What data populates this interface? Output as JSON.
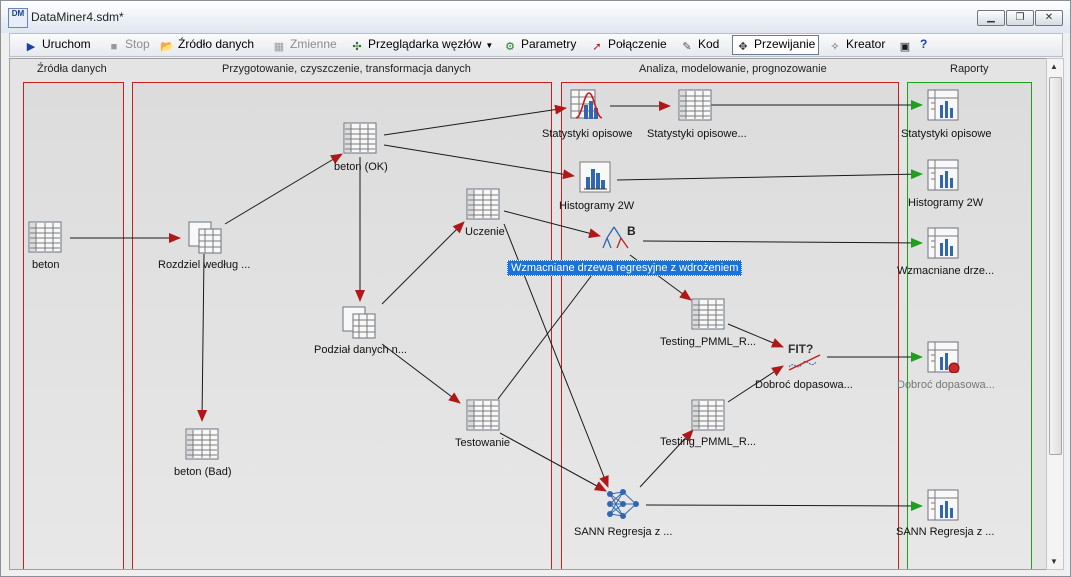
{
  "window": {
    "title": "DataMiner4.sdm*",
    "app_icon": "DM"
  },
  "toolbar": {
    "run": "Uruchom",
    "stop": "Stop",
    "data_source": "Źródło danych",
    "variables": "Zmienne",
    "node_browser": "Przeglądarka węzłów",
    "parameters": "Parametry",
    "connection": "Połączenie",
    "code": "Kod",
    "panning": "Przewijanie",
    "wizard": "Kreator",
    "help": "?"
  },
  "columns": [
    "Źródła danych",
    "Przygotowanie, czyszczenie, transformacja danych",
    "Analiza, modelowanie, prognozowanie",
    "Raporty"
  ],
  "nodes": {
    "beton": "beton",
    "split_by": "Rozdziel według ...",
    "beton_ok": "beton (OK)",
    "beton_bad": "beton (Bad)",
    "data_split": "Podział danych n...",
    "training": "Uczenie",
    "testing": "Testowanie",
    "stats1": "Statystyki opisowe",
    "stats2": "Statystyki opisowe...",
    "histogram": "Histogramy 2W",
    "boosted_trees_label": "B",
    "testing_pmml1": "Testing_PMML_R...",
    "testing_pmml2": "Testing_PMML_R...",
    "fit_label": "FIT?",
    "goodness": "Dobroć dopasowa...",
    "sann": "SANN Regresja z ...",
    "rep_stats": "Statystyki opisowe",
    "rep_hist": "Histogramy 2W",
    "rep_boosted": "Wzmacniane drze...",
    "rep_goodness": "Dobroć dopasowa...",
    "rep_sann": "SANN Regresja z ..."
  },
  "tooltip": "Wzmacniane drzewa regresyjne z wdrożeniem",
  "colors": {
    "red_frame": "#c82020",
    "green_frame": "#1ea01e",
    "arrow_head": "#b01818",
    "tooltip_bg": "#1a73d9"
  }
}
